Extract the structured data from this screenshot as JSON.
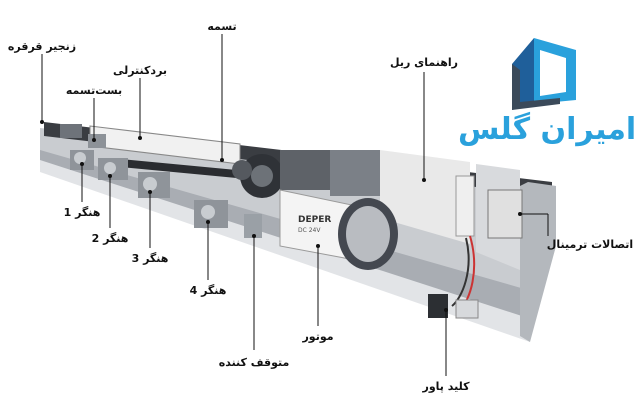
{
  "brand": {
    "name": "امیران گلس",
    "color": "#2aa1dc",
    "accent": "#1f5f9a"
  },
  "motor_text": {
    "line1": "DEPER",
    "line2": "DC 24V"
  },
  "labels": {
    "chain": "زنجیر قرقره",
    "belt_clamp": "بست‌تسمه",
    "control_board": "بردکنترلی",
    "belt": "تسمه",
    "rail_guide": "راهنمای ریل",
    "hanger1": "هنگر 1",
    "hanger2": "هنگر 2",
    "hanger3": "هنگر 3",
    "hanger4": "هنگر 4",
    "motor": "موتور",
    "stopper": "متوقف کننده",
    "terminal": "اتصالات ترمینال",
    "power_key": "کلید پاور"
  }
}
